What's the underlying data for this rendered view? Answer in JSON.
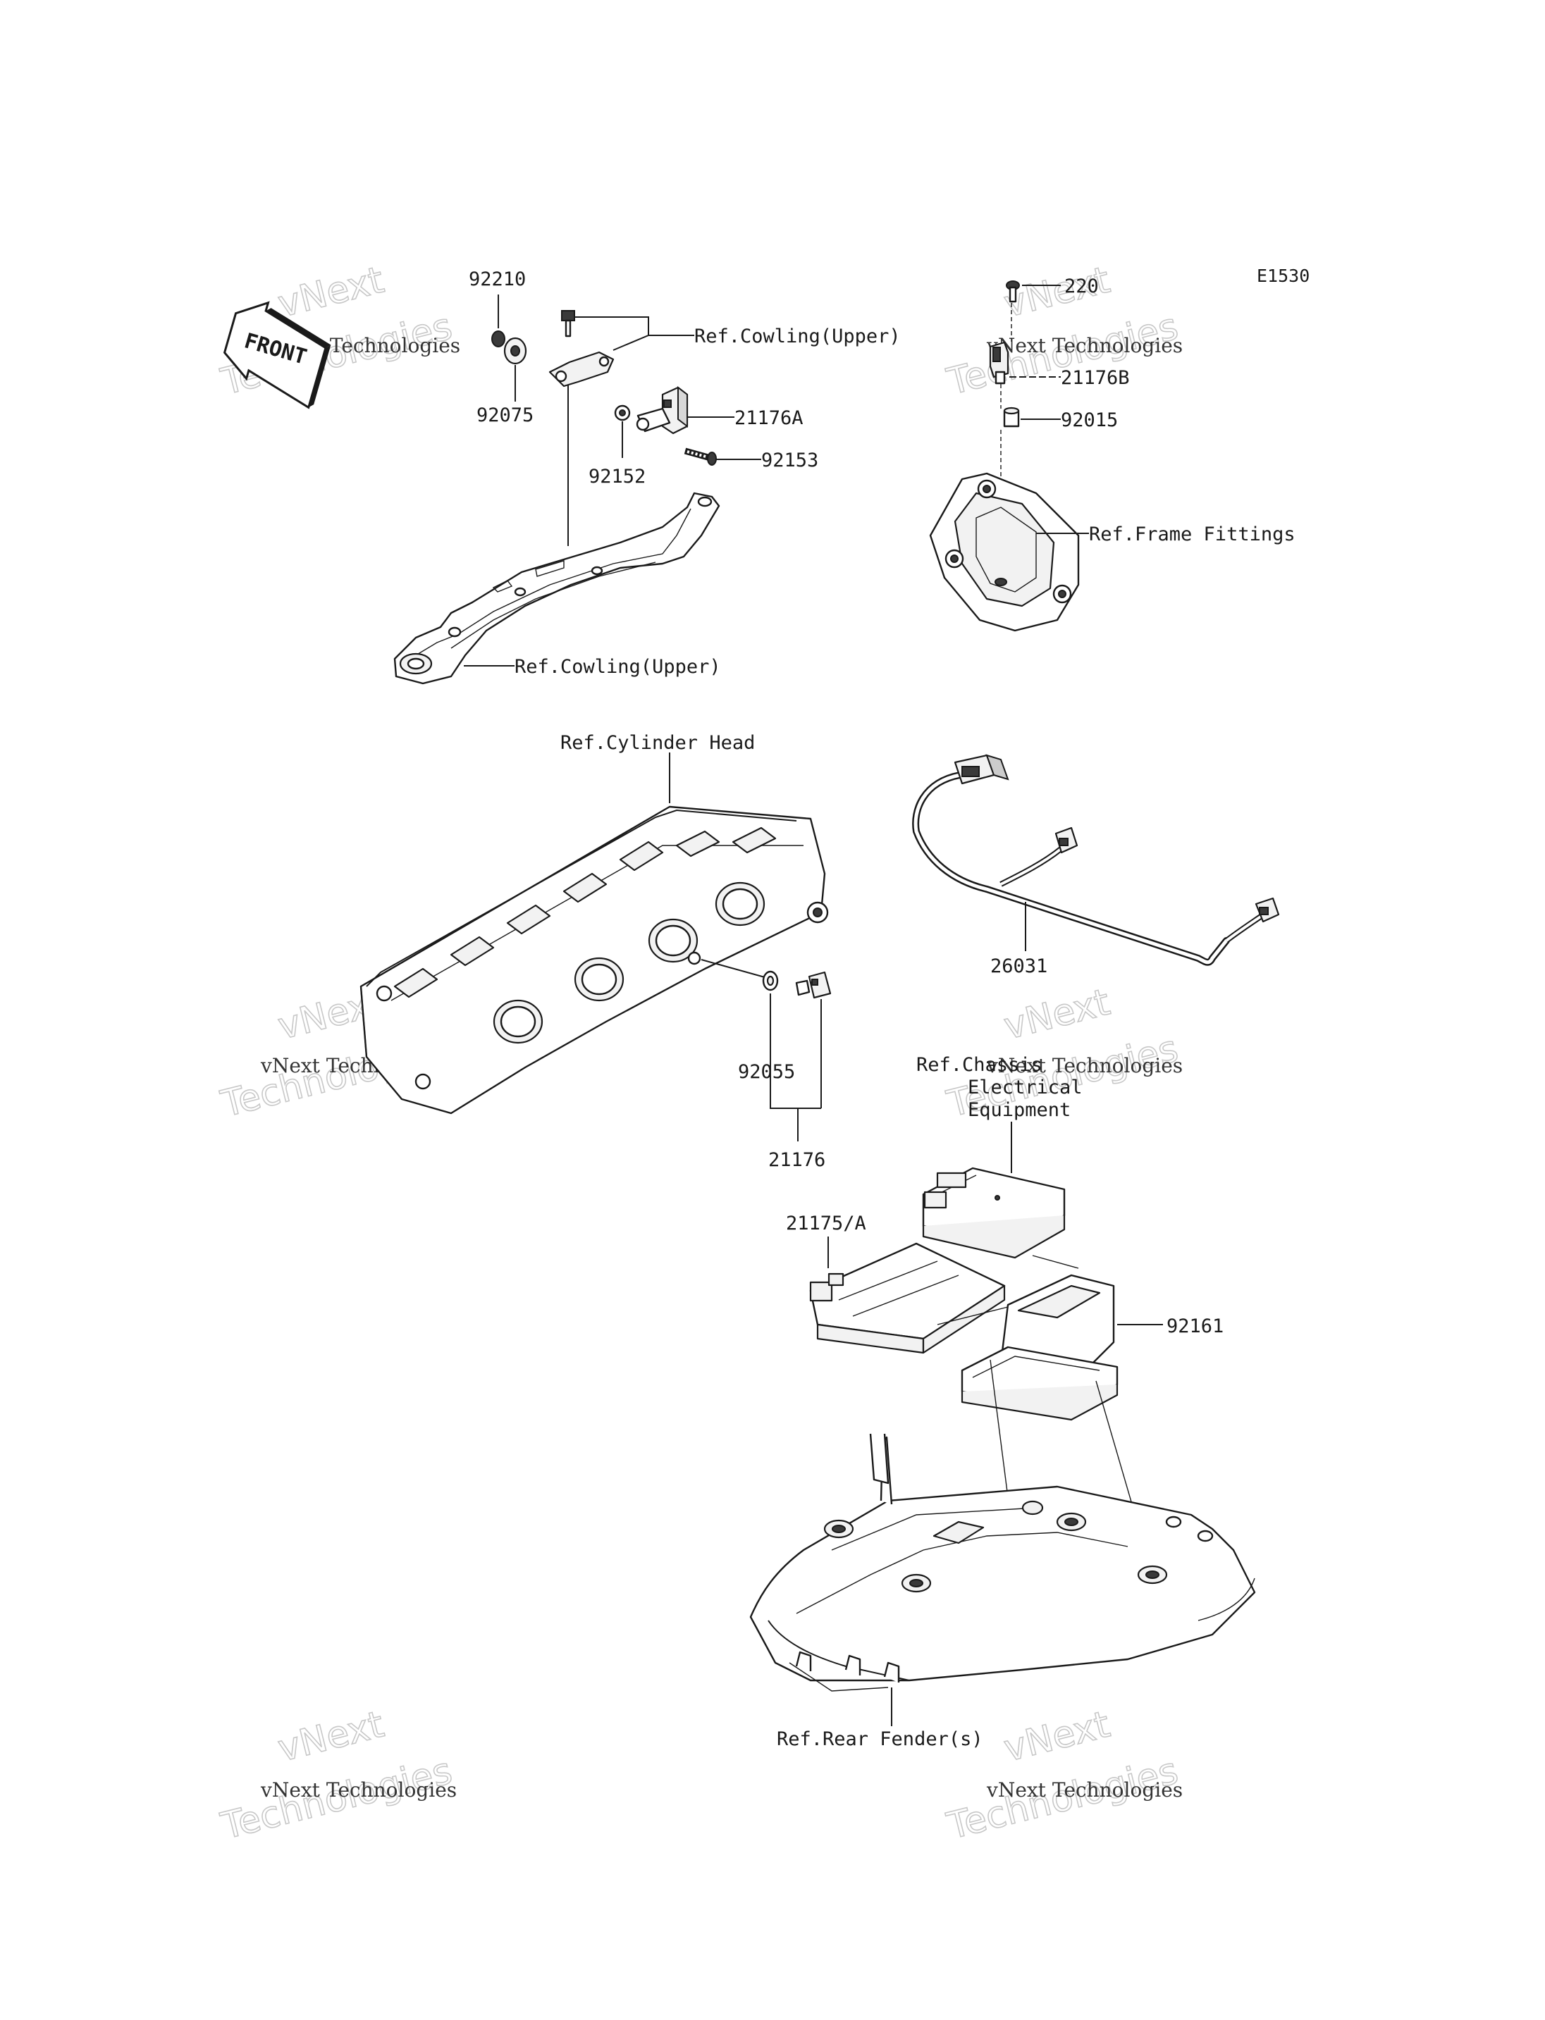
{
  "diagram_code": "E1530",
  "front_arrow_label": "FRONT",
  "watermark": {
    "line1": "vNext Technologies",
    "line2": "Technologies",
    "line3": "vNext"
  },
  "parts": {
    "p92210": "92210",
    "p92075": "92075",
    "p92152": "92152",
    "p92153": "92153",
    "p21176A": "21176A",
    "p220": "220",
    "p21176B": "21176B",
    "p92015": "92015",
    "p26031": "26031",
    "p92055": "92055",
    "p21176": "21176",
    "p21175A": "21175/A",
    "p92161": "92161"
  },
  "refs": {
    "cowling_upper_1": "Ref.Cowling(Upper)",
    "cowling_upper_2": "Ref.Cowling(Upper)",
    "frame_fittings": "Ref.Frame Fittings",
    "cylinder_head": "Ref.Cylinder Head",
    "chassis_line1": "Ref.Chassis",
    "chassis_line2": "Electrical",
    "chassis_line3": "Equipment",
    "rear_fender": "Ref.Rear Fender(s)"
  }
}
